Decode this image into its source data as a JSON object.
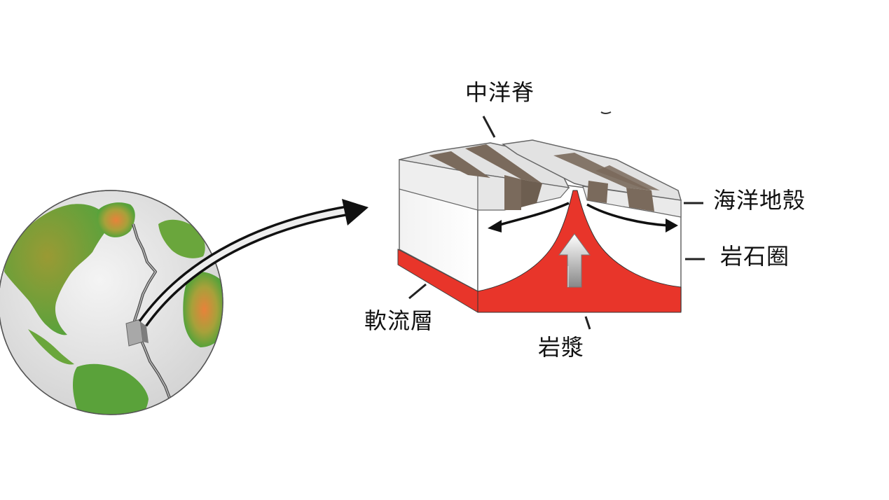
{
  "labels": {
    "ridge": "中洋脊",
    "oceanic_crust": "海洋地殼",
    "lithosphere": "岩石圈",
    "asthenosphere": "軟流層",
    "magma": "岩漿"
  },
  "colors": {
    "magma": "#e8352a",
    "crust_band": "#7a6a5c",
    "crust_top": "#e2e2e2",
    "lithosphere": "#ffffff",
    "outline": "#555555",
    "globe_ocean": "#e6e6e6",
    "land_green": "#58a23a",
    "land_olive": "#8e9a3a",
    "hotspot": "#e8823a",
    "arrow": "#111111"
  },
  "icons": {
    "globe": "earth-globe-icon",
    "pointer": "curved-arrow-icon",
    "upwelling": "up-arrow-icon",
    "spreading": "double-arrow-icon"
  }
}
